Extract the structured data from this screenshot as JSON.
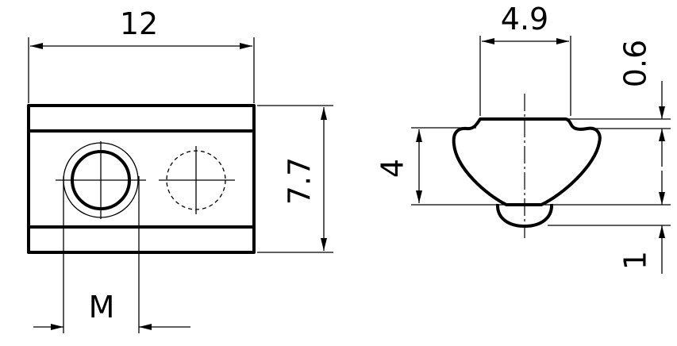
{
  "dimensions": {
    "length": "12",
    "height": "7.7",
    "thread": "M",
    "profile_width": "4.9",
    "profile_height": "4",
    "top_offset": "0.6",
    "bottom_offset": "1"
  }
}
